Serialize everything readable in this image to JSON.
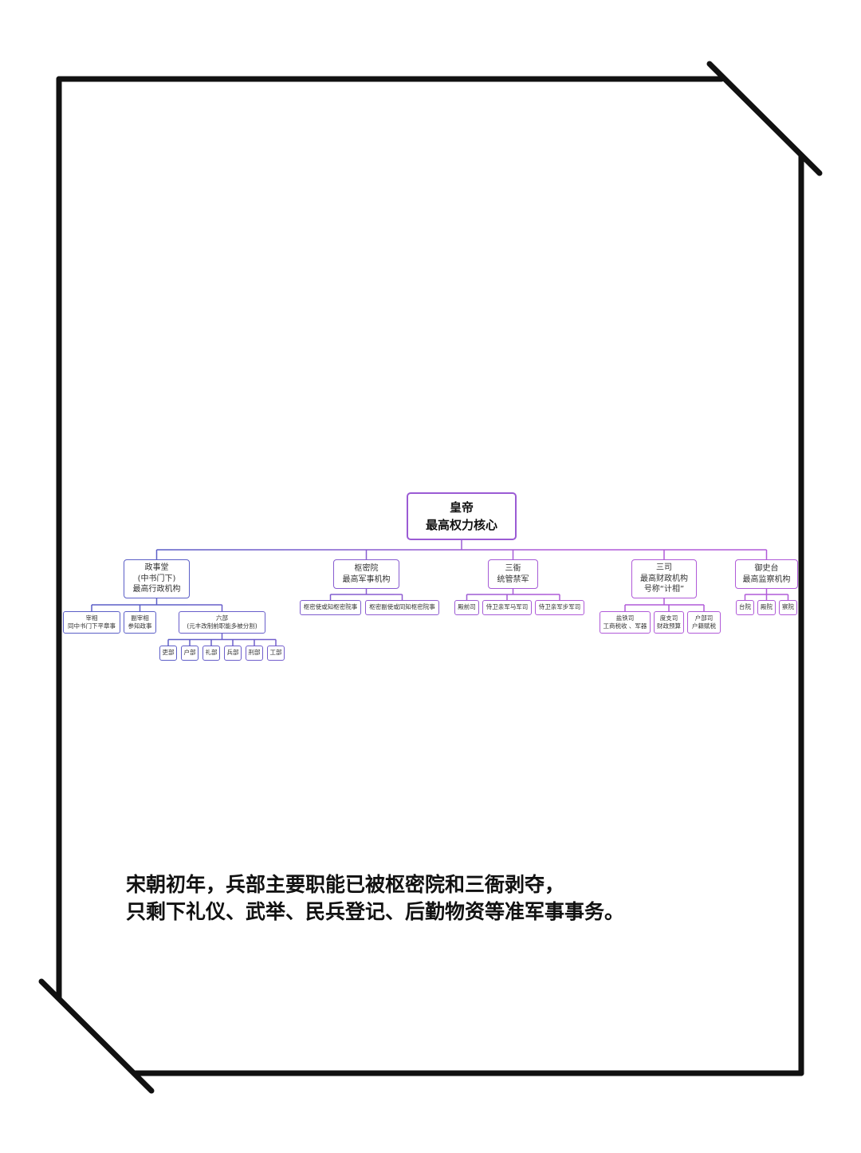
{
  "diagram": {
    "root": [
      "皇帝",
      "最高权力核心"
    ],
    "nodes": [
      {
        "id": "zst",
        "lines": [
          "政事堂",
          "(中书门下)",
          "最高行政机构"
        ]
      },
      {
        "id": "smy",
        "lines": [
          "枢密院",
          "最高军事机构"
        ]
      },
      {
        "id": "sy",
        "lines": [
          "三衙",
          "统管禁军"
        ]
      },
      {
        "id": "ss",
        "lines": [
          "三司",
          "最高财政机构",
          "号称“计相”"
        ]
      },
      {
        "id": "yst",
        "lines": [
          "御史台",
          "最高监察机构"
        ]
      },
      {
        "id": "zx",
        "lines": [
          "宰相",
          "同中书门下平章事"
        ]
      },
      {
        "id": "fzx",
        "lines": [
          "副宰相",
          "参知政事"
        ]
      },
      {
        "id": "lb",
        "lines": [
          "六部",
          "(元丰改制前职能多被分割)"
        ]
      },
      {
        "id": "lib",
        "lines": [
          "吏部"
        ]
      },
      {
        "id": "hb",
        "lines": [
          "户部"
        ]
      },
      {
        "id": "lb2",
        "lines": [
          "礼部"
        ]
      },
      {
        "id": "bb",
        "lines": [
          "兵部"
        ]
      },
      {
        "id": "xb",
        "lines": [
          "刑部"
        ]
      },
      {
        "id": "gb",
        "lines": [
          "工部"
        ]
      },
      {
        "id": "smy1",
        "lines": [
          "枢密使或知枢密院事"
        ]
      },
      {
        "id": "smy2",
        "lines": [
          "枢密副使或同知枢密院事"
        ]
      },
      {
        "id": "dqs",
        "lines": [
          "殿前司"
        ]
      },
      {
        "id": "mjs",
        "lines": [
          "侍卫亲军马军司"
        ]
      },
      {
        "id": "bjs",
        "lines": [
          "侍卫亲军步军司"
        ]
      },
      {
        "id": "yts",
        "lines": [
          "盐铁司",
          "工商税收 、军器"
        ]
      },
      {
        "id": "dzs",
        "lines": [
          "度支司",
          "财政预算"
        ]
      },
      {
        "id": "hbs",
        "lines": [
          "户部司",
          "户籍赋税"
        ]
      },
      {
        "id": "ty",
        "lines": [
          "台院"
        ]
      },
      {
        "id": "dy",
        "lines": [
          "殿院"
        ]
      },
      {
        "id": "cy",
        "lines": [
          "察院"
        ]
      }
    ]
  },
  "caption": {
    "line1": "宋朝初年，兵部主要职能已被枢密院和三衙剥夺，",
    "line2": "只剩下礼仪、武举、民兵登记、后勤物资等准军事事务。"
  },
  "colors": {
    "blue": "#5b5fc7",
    "purple": "#b05ad8",
    "frame": "#111111"
  }
}
